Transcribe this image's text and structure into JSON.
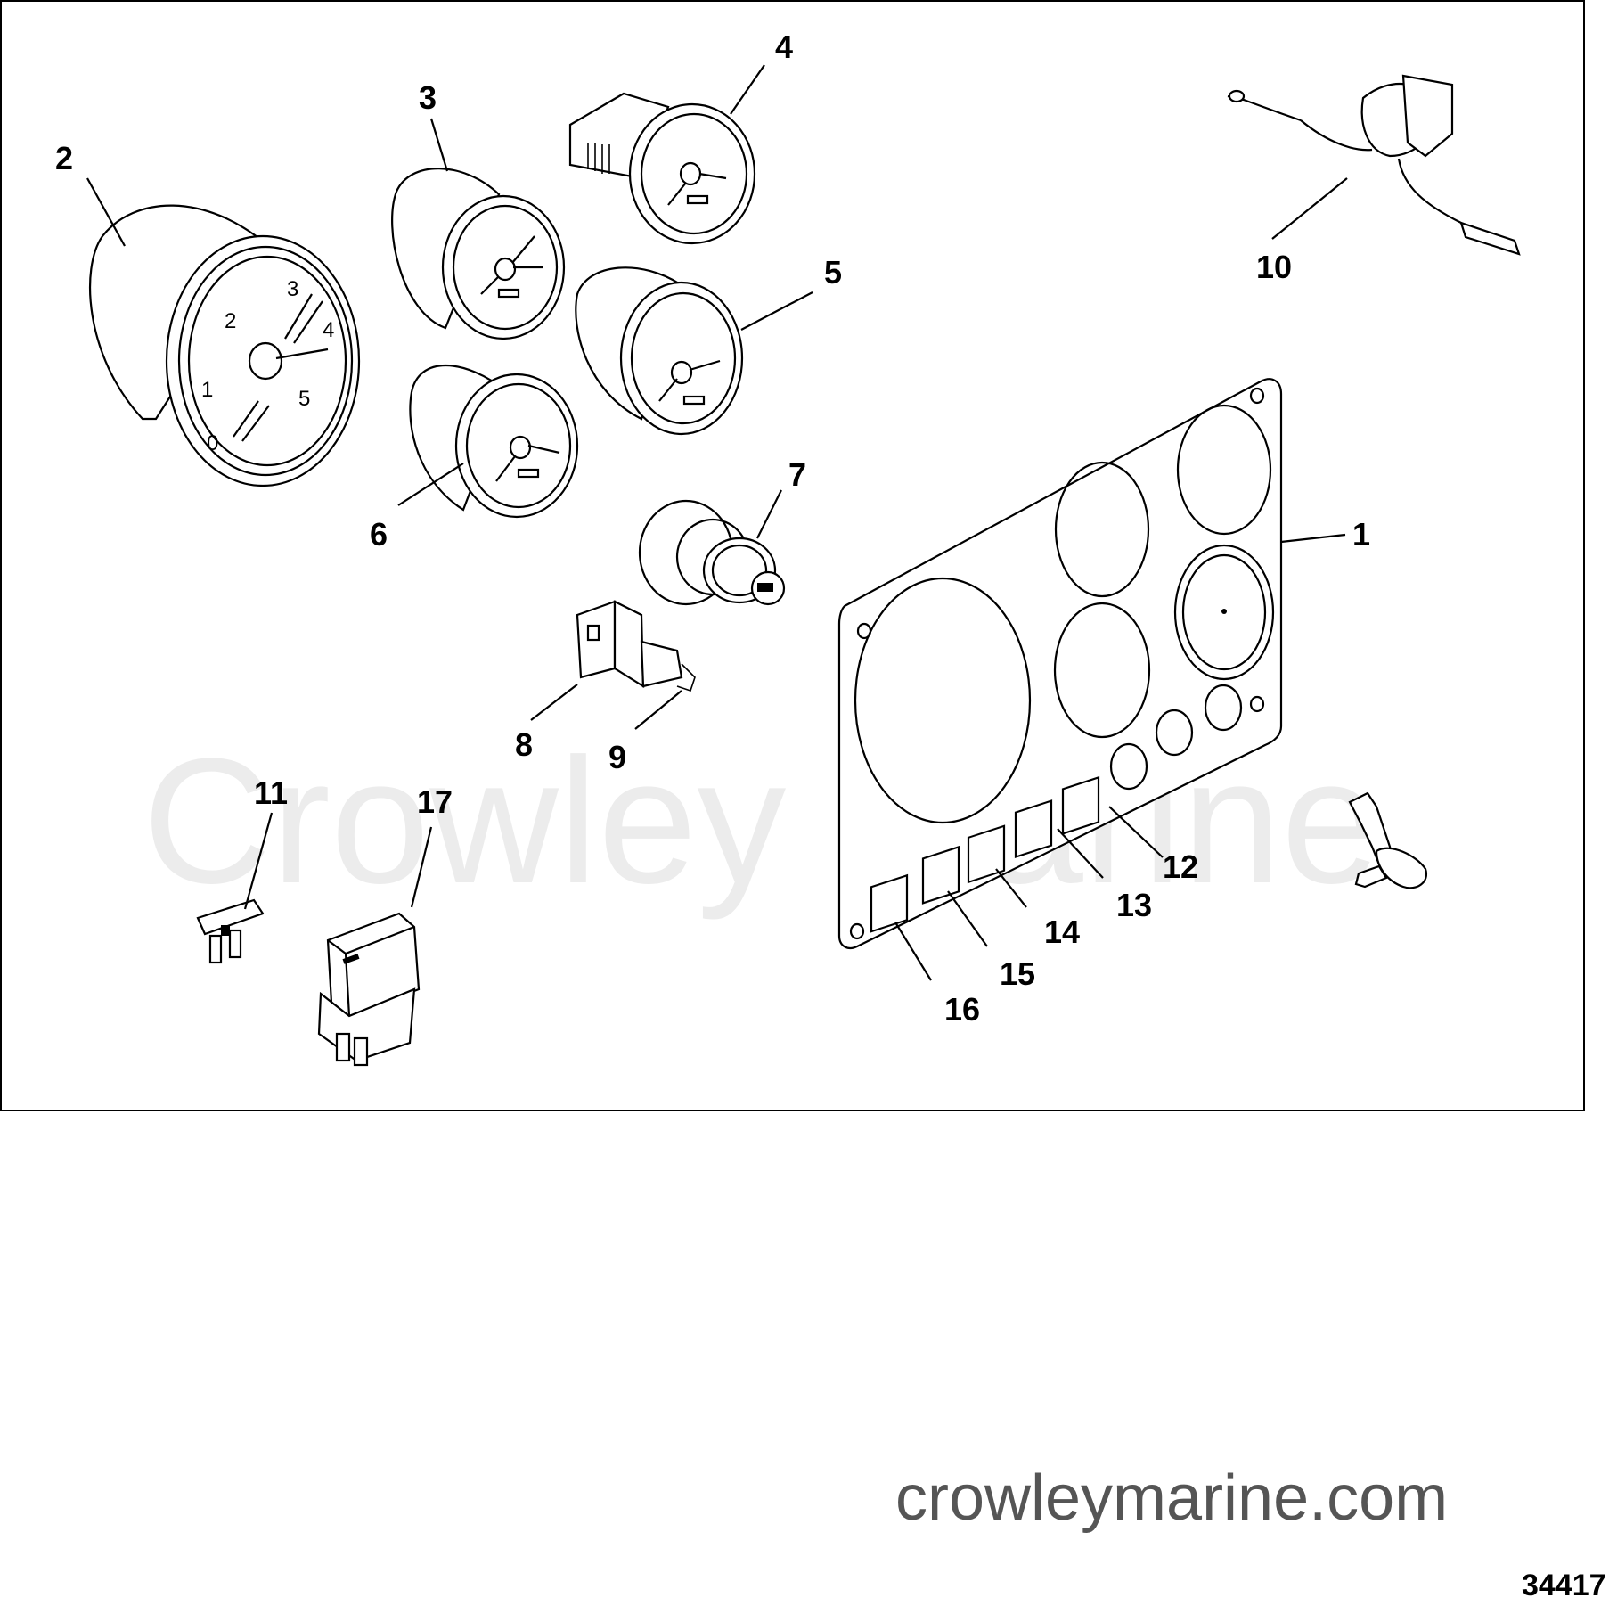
{
  "watermark": "Crowley Marine",
  "website": "crowleymarine.com",
  "figure_number": "34417",
  "tachometer_dial_numbers": [
    "0",
    "1",
    "2",
    "3",
    "4",
    "5"
  ],
  "callouts": [
    "1",
    "2",
    "3",
    "4",
    "5",
    "6",
    "7",
    "8",
    "9",
    "10",
    "11",
    "12",
    "13",
    "14",
    "15",
    "16",
    "17"
  ]
}
